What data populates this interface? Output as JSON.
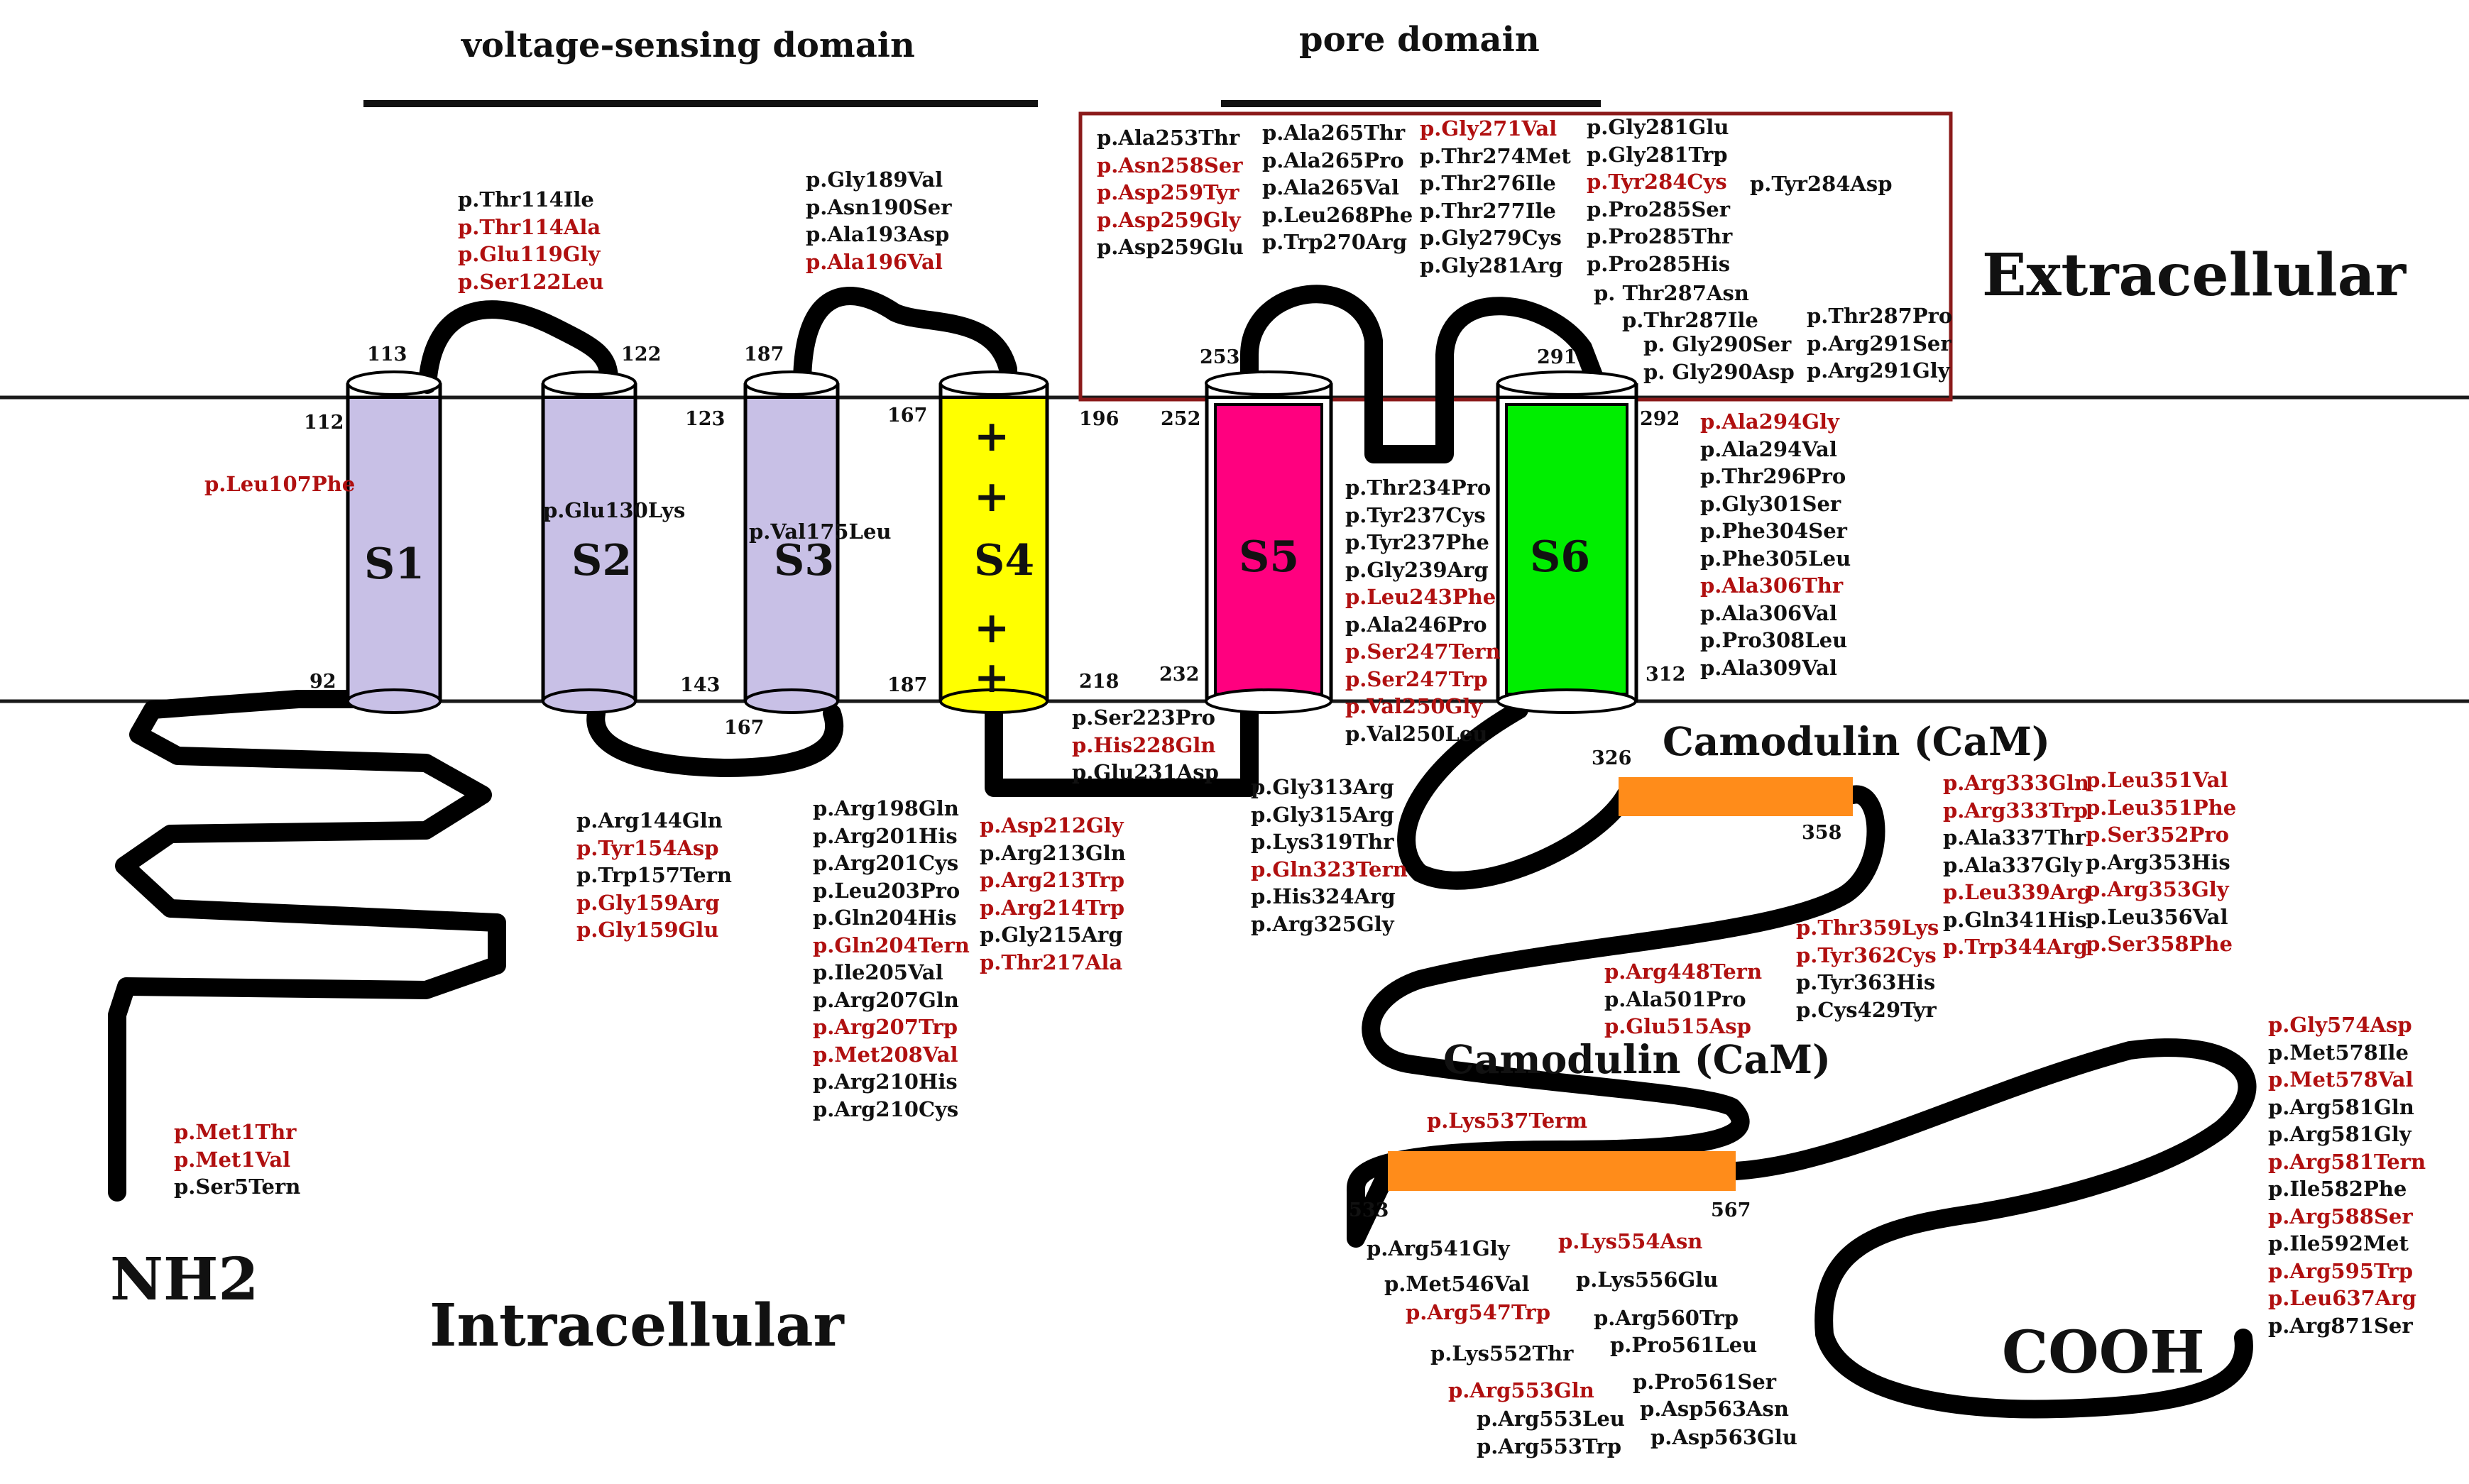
{
  "headers": {
    "vsd": "voltage-sensing domain",
    "pore": "pore domain"
  },
  "regions": {
    "extra": "Extracellular",
    "intra": "Intracellular",
    "nh2": "NH2",
    "cooh": "COOH"
  },
  "segments": [
    "S1",
    "S2",
    "S3",
    "S4",
    "S5",
    "S6"
  ],
  "plus": "+",
  "cam": {
    "c1": "Camodulin (CaM)",
    "c2": "Camodulin (CaM)"
  },
  "colors": {
    "membrane": "#1a1a1a",
    "s1_s3": "#c8c0e6",
    "s4": "#ffff00",
    "s5": "#ff007f",
    "s6": "#00ee00",
    "cam": "#ff8c1a",
    "pathogenic": "#b01010",
    "box": "#8b1a1a"
  },
  "numbers": {
    "n113": "113",
    "n122": "122",
    "n187a": "187",
    "n167a": "167",
    "n196": "196",
    "n252": "252",
    "n253": "253",
    "n291": "291",
    "n292": "292",
    "n112": "112",
    "n123": "123",
    "n92": "92",
    "n143": "143",
    "n167b": "167",
    "n187b": "187",
    "n218": "218",
    "n232": "232",
    "n312": "312",
    "n326": "326",
    "n358": "358",
    "n533": "533",
    "n567": "567"
  },
  "labels": {
    "l107": "p.Leu107Phe",
    "l130": "p.Glu130Lys",
    "l175": "p.Val175Leu"
  },
  "mutations": {
    "s1s2_loop": [
      {
        "t": "p.Thr114Ile",
        "red": false
      },
      {
        "t": "p.Thr114Ala",
        "red": true
      },
      {
        "t": "p.Glu119Gly",
        "red": true
      },
      {
        "t": "p.Ser122Leu",
        "red": true
      }
    ],
    "s3s4_loop": [
      {
        "t": "p.Gly189Val",
        "red": false
      },
      {
        "t": "p.Asn190Ser",
        "red": false
      },
      {
        "t": "p.Ala193Asp",
        "red": false
      },
      {
        "t": "p.Ala196Val",
        "red": true
      }
    ],
    "box_c1": [
      {
        "t": "p.Ala253Thr",
        "red": false
      },
      {
        "t": "p.Asn258Ser",
        "red": true
      },
      {
        "t": "p.Asp259Tyr",
        "red": true
      },
      {
        "t": "p.Asp259Gly",
        "red": true
      },
      {
        "t": "p.Asp259Glu",
        "red": false
      }
    ],
    "box_c2": [
      {
        "t": "p.Ala265Thr",
        "red": false
      },
      {
        "t": "p.Ala265Pro",
        "red": false
      },
      {
        "t": "p.Ala265Val",
        "red": false
      },
      {
        "t": "p.Leu268Phe",
        "red": false
      },
      {
        "t": "p.Trp270Arg",
        "red": false
      }
    ],
    "box_c3": [
      {
        "t": "p.Gly271Val",
        "red": true
      },
      {
        "t": "p.Thr274Met",
        "red": false
      },
      {
        "t": "p.Thr276Ile",
        "red": false
      },
      {
        "t": "p.Thr277Ile",
        "red": false
      },
      {
        "t": "p.Gly279Cys",
        "red": false
      },
      {
        "t": "p.Gly281Arg",
        "red": false
      }
    ],
    "box_c4": [
      {
        "t": "p.Gly281Glu",
        "red": false
      },
      {
        "t": "p.Gly281Trp",
        "red": false
      },
      {
        "t": "p.Tyr284Cys",
        "red": true
      },
      {
        "t": "p.Pro285Ser",
        "red": false
      },
      {
        "t": "p.Pro285Thr",
        "red": false
      },
      {
        "t": "p.Pro285His",
        "red": false
      }
    ],
    "box_tyr": [
      {
        "t": "p.Tyr284Asp",
        "red": false
      }
    ],
    "box_thr287asn": [
      {
        "t": "p. Thr287Asn",
        "red": false
      }
    ],
    "box_thr287ile": [
      {
        "t": "p.Thr287Ile",
        "red": false
      }
    ],
    "box_gly290": [
      {
        "t": "p. Gly290Ser",
        "red": false
      },
      {
        "t": "p. Gly290Asp",
        "red": false
      }
    ],
    "box_right": [
      {
        "t": "p.Thr287Pro",
        "red": false
      },
      {
        "t": "p.Arg291Ser",
        "red": false
      },
      {
        "t": "p.Arg291Gly",
        "red": false
      }
    ],
    "s6_cterm": [
      {
        "t": "p.Ala294Gly",
        "red": true
      },
      {
        "t": "p.Ala294Val",
        "red": false
      },
      {
        "t": "p.Thr296Pro",
        "red": false
      },
      {
        "t": "p.Gly301Ser",
        "red": false
      },
      {
        "t": "p.Phe304Ser",
        "red": false
      },
      {
        "t": "p.Phe305Leu",
        "red": false
      },
      {
        "t": "p.Ala306Thr",
        "red": true
      },
      {
        "t": "p.Ala306Val",
        "red": false
      },
      {
        "t": "p.Pro308Leu",
        "red": false
      },
      {
        "t": "p.Ala309Val",
        "red": false
      }
    ],
    "s5_pore": [
      {
        "t": "p.Thr234Pro",
        "red": false
      },
      {
        "t": "p.Tyr237Cys",
        "red": false
      },
      {
        "t": "p.Tyr237Phe",
        "red": false
      },
      {
        "t": "p.Gly239Arg",
        "red": false
      },
      {
        "t": "p.Leu243Phe",
        "red": true
      },
      {
        "t": "p.Ala246Pro",
        "red": false
      },
      {
        "t": "p.Ser247Tern",
        "red": true
      },
      {
        "t": "p.Ser247Trp",
        "red": true
      },
      {
        "t": "p.Val250Gly",
        "red": true
      },
      {
        "t": "p.Val250Leu",
        "red": false
      }
    ],
    "s4s5_loop": [
      {
        "t": "p.Ser223Pro",
        "red": false
      },
      {
        "t": "p.His228Gln",
        "red": true
      },
      {
        "t": "p.Glu231Asp",
        "red": false
      }
    ],
    "s2s3_loop": [
      {
        "t": "p.Arg144Gln",
        "red": false
      },
      {
        "t": "p.Tyr154Asp",
        "red": true
      },
      {
        "t": "p.Trp157Tern",
        "red": false
      },
      {
        "t": "p.Gly159Arg",
        "red": true
      },
      {
        "t": "p.Gly159Glu",
        "red": true
      }
    ],
    "s4_a": [
      {
        "t": "p.Arg198Gln",
        "red": false
      },
      {
        "t": "p.Arg201His",
        "red": false
      },
      {
        "t": "p.Arg201Cys",
        "red": false
      },
      {
        "t": "p.Leu203Pro",
        "red": false
      },
      {
        "t": "p.Gln204His",
        "red": false
      },
      {
        "t": "p.Gln204Tern",
        "red": true
      },
      {
        "t": "p.Ile205Val",
        "red": false
      },
      {
        "t": "p.Arg207Gln",
        "red": false
      },
      {
        "t": "p.Arg207Trp",
        "red": true
      },
      {
        "t": "p.Met208Val",
        "red": true
      },
      {
        "t": "p.Arg210His",
        "red": false
      },
      {
        "t": "p.Arg210Cys",
        "red": false
      }
    ],
    "s4_b": [
      {
        "t": "p.Asp212Gly",
        "red": true
      },
      {
        "t": "p.Arg213Gln",
        "red": false
      },
      {
        "t": "p.Arg213Trp",
        "red": true
      },
      {
        "t": "p.Arg214Trp",
        "red": true
      },
      {
        "t": "p.Gly215Arg",
        "red": false
      },
      {
        "t": "p.Thr217Ala",
        "red": true
      }
    ],
    "s6_down": [
      {
        "t": "p.Gly313Arg",
        "red": false
      },
      {
        "t": "p.Gly315Arg",
        "red": false
      },
      {
        "t": "p.Lys319Thr",
        "red": false
      },
      {
        "t": "p.Gln323Tern",
        "red": true
      },
      {
        "t": "p.His324Arg",
        "red": false
      },
      {
        "t": "p.Arg325Gly",
        "red": false
      }
    ],
    "nterm": [
      {
        "t": "p.Met1Thr",
        "red": true
      },
      {
        "t": "p.Met1Val",
        "red": true
      },
      {
        "t": "p.Ser5Tern",
        "red": false
      }
    ],
    "cam1_a": [
      {
        "t": "p.Arg333Gln",
        "red": true
      },
      {
        "t": "p.Arg333Trp",
        "red": true
      },
      {
        "t": "p.Ala337Thr",
        "red": false
      },
      {
        "t": "p.Ala337Gly",
        "red": false
      },
      {
        "t": "p.Leu339Arg",
        "red": true
      },
      {
        "t": "p.Gln341His",
        "red": false
      },
      {
        "t": "p.Trp344Arg",
        "red": true
      }
    ],
    "cam1_b": [
      {
        "t": "p.Leu351Val",
        "red": true
      },
      {
        "t": "p.Leu351Phe",
        "red": true
      },
      {
        "t": "p.Ser352Pro",
        "red": true
      },
      {
        "t": "p.Arg353His",
        "red": false
      },
      {
        "t": "p.Arg353Gly",
        "red": true
      },
      {
        "t": "p.Leu356Val",
        "red": false
      },
      {
        "t": "p.Ser358Phe",
        "red": true
      }
    ],
    "mid_a": [
      {
        "t": "p.Thr359Lys",
        "red": true
      },
      {
        "t": "p.Tyr362Cys",
        "red": true
      },
      {
        "t": "p.Tyr363His",
        "red": false
      },
      {
        "t": "p.Cys429Tyr",
        "red": false
      }
    ],
    "mid_b": [
      {
        "t": "p.Arg448Tern",
        "red": true
      },
      {
        "t": "p.Ala501Pro",
        "red": false
      },
      {
        "t": "p.Glu515Asp",
        "red": true
      }
    ],
    "lys537": [
      {
        "t": "p.Lys537Term",
        "red": true
      }
    ],
    "cterm": [
      {
        "t": "p.Gly574Asp",
        "red": true
      },
      {
        "t": "p.Met578Ile",
        "red": false
      },
      {
        "t": "p.Met578Val",
        "red": true
      },
      {
        "t": "p.Arg581Gln",
        "red": false
      },
      {
        "t": "p.Arg581Gly",
        "red": false
      },
      {
        "t": "p.Arg581Tern",
        "red": true
      },
      {
        "t": "p.Ile582Phe",
        "red": false
      },
      {
        "t": "p.Arg588Ser",
        "red": true
      },
      {
        "t": "p.Ile592Met",
        "red": false
      },
      {
        "t": "p.Arg595Trp",
        "red": true
      },
      {
        "t": "p.Leu637Arg",
        "red": true
      },
      {
        "t": "p.Arg871Ser",
        "red": false
      }
    ],
    "c541": [
      {
        "t": "p.Arg541Gly",
        "red": false
      }
    ],
    "c546": [
      {
        "t": "p.Met546Val",
        "red": false
      }
    ],
    "c547": [
      {
        "t": "p.Arg547Trp",
        "red": true
      }
    ],
    "c552": [
      {
        "t": "p.Lys552Thr",
        "red": false
      }
    ],
    "c553a": [
      {
        "t": "p.Arg553Gln",
        "red": true
      }
    ],
    "c553b": [
      {
        "t": "p.Arg553Leu",
        "red": false
      },
      {
        "t": "p.Arg553Trp",
        "red": false
      }
    ],
    "c554": [
      {
        "t": "p.Lys554Asn",
        "red": true
      }
    ],
    "c556": [
      {
        "t": "p.Lys556Glu",
        "red": false
      }
    ],
    "c560": [
      {
        "t": "p.Arg560Trp",
        "red": false
      }
    ],
    "c561": [
      {
        "t": "p.Pro561Leu",
        "red": false
      }
    ],
    "c561b": [
      {
        "t": "p.Pro561Ser",
        "red": false
      }
    ],
    "c563": [
      {
        "t": "p.Asp563Asn",
        "red": false
      }
    ],
    "c563b": [
      {
        "t": "p.Asp563Glu",
        "red": false
      }
    ]
  }
}
